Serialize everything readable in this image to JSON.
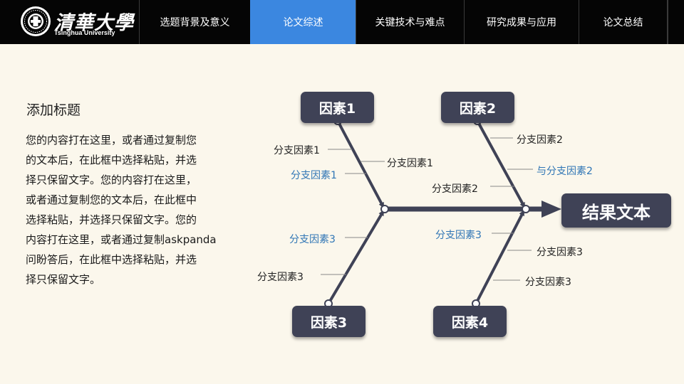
{
  "header": {
    "logo": {
      "name": "清華大學",
      "subtitle": "Tsinghua University"
    },
    "nav": [
      {
        "label": "选题背景及意义",
        "active": false
      },
      {
        "label": "论文综述",
        "active": true
      },
      {
        "label": "关键技术与难点",
        "active": false
      },
      {
        "label": "研究成果与应用",
        "active": false
      },
      {
        "label": "论文总结",
        "active": false
      }
    ]
  },
  "content": {
    "title": "添加标题",
    "body": "您的内容打在这里，或者通过复制您\n的文本后，在此框中选择粘贴，并选\n择只保留文字。您的内容打在这里，\n或者通过复制您的文本后，在此框中\n选择粘贴，并选择只保留文字。您的\n内容打在这里，或者通过复制askpanda\n问盼答后，在此框中选择粘贴，并选\n择只保留文字。"
  },
  "fishbone": {
    "result": "结果文本",
    "factors": {
      "f1": "因素1",
      "f2": "因素2",
      "f3": "因素3",
      "f4": "因素4"
    },
    "subs": {
      "s1a": "分支因素1",
      "s1b": "分支因素1",
      "s1c": "分支因素1",
      "s2a": "分支因素2",
      "s2b": "与分支因素2",
      "s2c": "分支因素2",
      "s3a": "分支因素3",
      "s3b": "分支因素3",
      "s4a": "分支因素3",
      "s4b": "分支因素3",
      "s4c": "分支因素3"
    },
    "colors": {
      "box": "#3f4256",
      "bone": "#3f4256",
      "blue_label": "#2f75b5"
    }
  },
  "colors": {
    "background": "#fbf7ec",
    "header": "#050505",
    "nav_active": "#3b87e0"
  }
}
